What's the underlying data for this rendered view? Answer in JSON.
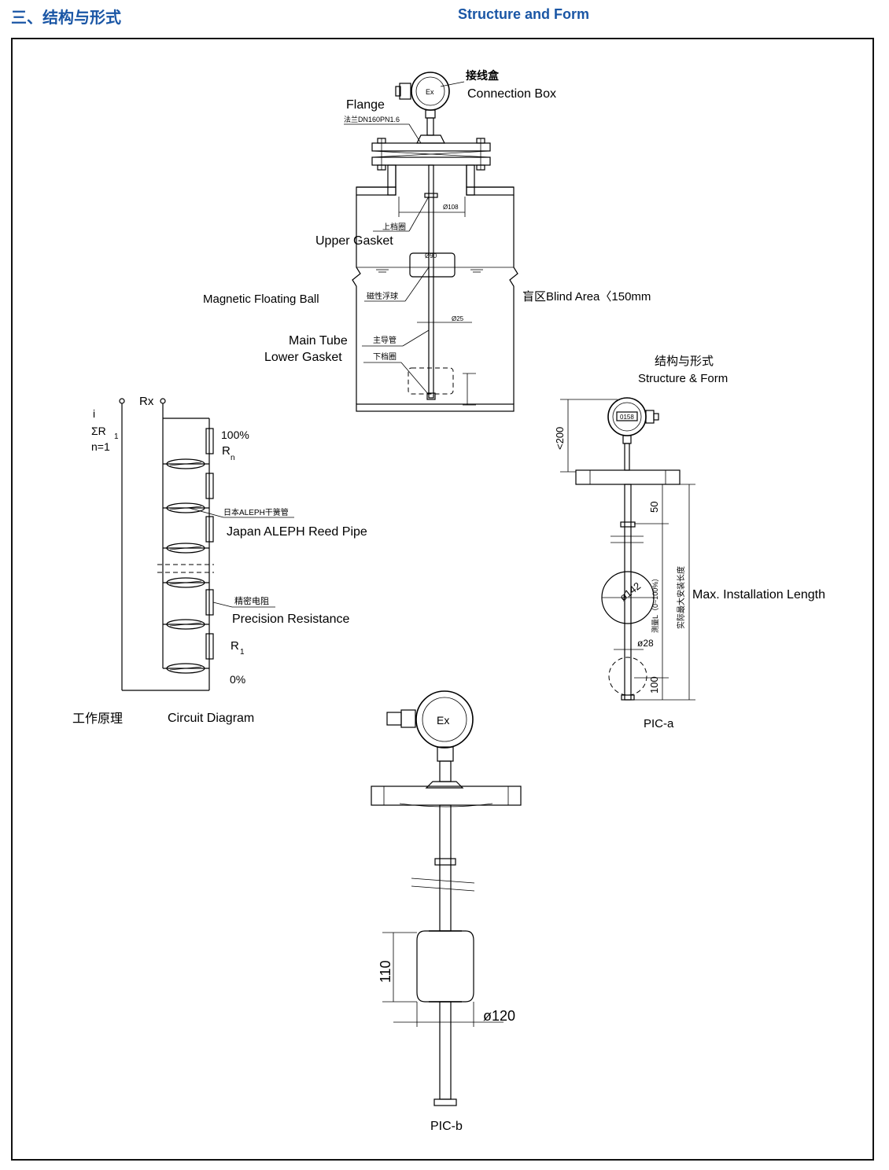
{
  "header": {
    "left_title": "三、结构与形式",
    "right_title": "Structure and Form"
  },
  "top_drawing": {
    "connection_box_cn": "接线盒",
    "connection_box_en": "Connection Box",
    "ex_mark": "Ex",
    "flange_en": "Flange",
    "flange_cn": "法兰DN160PN1.6",
    "dia_108": "Ø108",
    "upper_gasket_cn": "上档圈",
    "upper_gasket_en": "Upper Gasket",
    "dia_90": "Ø90",
    "float_ball_en": "Magnetic Floating Ball",
    "float_ball_cn": "磁性浮球",
    "blind_area": "盲区Blind Area〈150mm",
    "dia_25": "Ø25",
    "main_tube_en": "Main Tube",
    "main_tube_cn": "主导管",
    "lower_gasket_en": "Lower Gasket",
    "lower_gasket_cn": "下档圈"
  },
  "circuit": {
    "i_label": "i",
    "sum_label": "ΣR",
    "sum_sub": "1",
    "n_label": "n=1",
    "rx_label": "Rx",
    "pct_100": "100%",
    "rn_label": "R",
    "rn_sub": "n",
    "reed_cn": "日本ALEPH干簧管",
    "reed_en": "Japan ALEPH Reed Pipe",
    "res_cn": "精密电阻",
    "res_en": "Precision Resistance",
    "r1_label": "R",
    "r1_sub": "1",
    "pct_0": "0%",
    "caption_cn": "工作原理",
    "caption_en": "Circuit Diagram"
  },
  "pic_a": {
    "title_cn": "结构与形式",
    "title_en": "Structure & Form",
    "display_text": "0158",
    "dim_200": "<200",
    "dim_50": "50",
    "dia_142": "ø142",
    "range_cn": "测量L（0~100%）",
    "max_len_cn": "实际最大安装长度",
    "max_len_en": "Max. Installation Length",
    "dia_28": "ø28",
    "dim_100": "100",
    "caption": "PIC-a"
  },
  "pic_b": {
    "ex_mark": "Ex",
    "dim_110": "110",
    "dia_120": "ø120",
    "caption": "PIC-b"
  }
}
